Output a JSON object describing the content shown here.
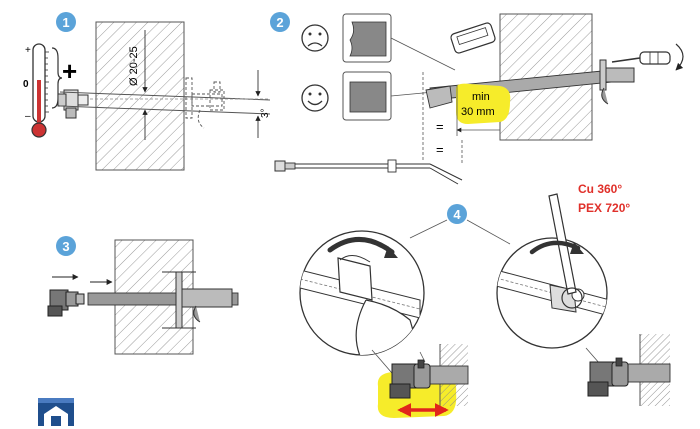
{
  "steps": [
    {
      "number": "1"
    },
    {
      "number": "2"
    },
    {
      "number": "3"
    },
    {
      "number": "4"
    }
  ],
  "step1": {
    "thermo_plus": "+",
    "thermo_zero": "0",
    "thermo_minus": "–",
    "plus_sign": "+",
    "diameter_label": "Ø 20-25",
    "slope_label": "3°"
  },
  "step2": {
    "min_label_line1": "min",
    "min_label_line2": "30 mm",
    "equal_mark": "="
  },
  "step4": {
    "cu_label": "Cu 360°",
    "pex_label": "PEX 720°"
  },
  "colors": {
    "step_badge": "#5ba3d9",
    "highlight": "#f6ec2a",
    "red_text": "#e0302a",
    "arrow_red": "#e1261c",
    "logo_blue": "#1f4e8c"
  },
  "icons": {
    "sad": "sad-face-icon",
    "happy": "happy-face-icon",
    "screwdriver": "screwdriver-icon",
    "deburr": "deburr-tool-icon",
    "logo": "certification-logo-icon"
  }
}
